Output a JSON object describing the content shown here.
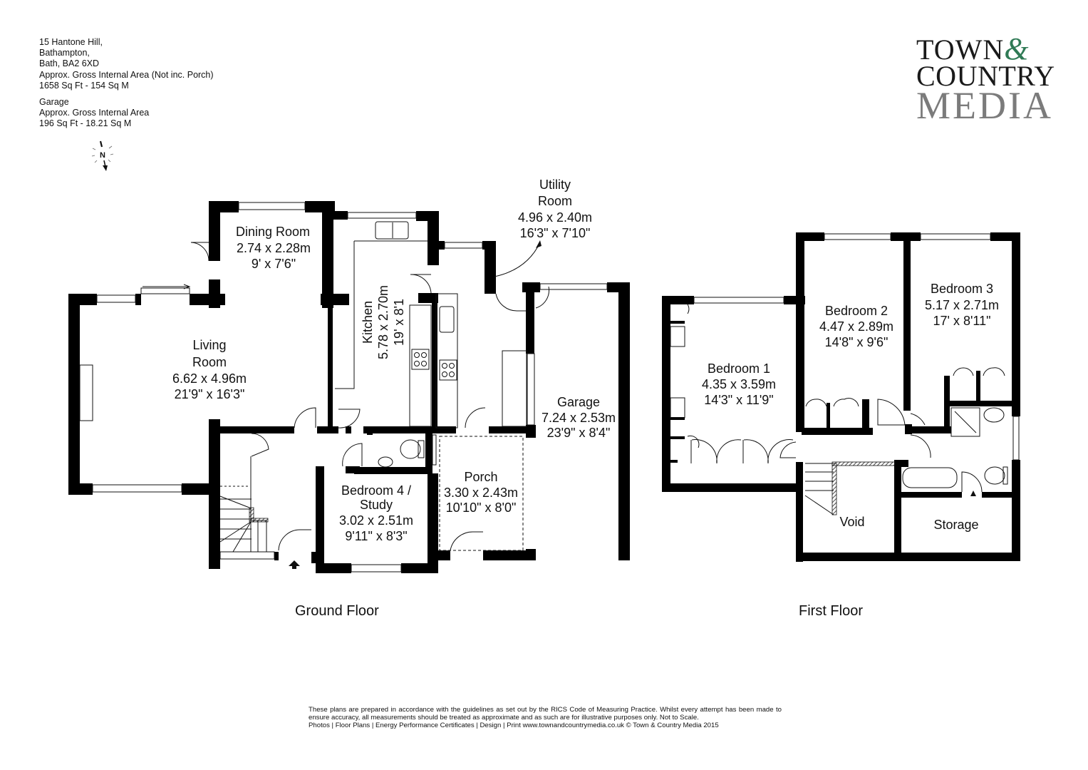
{
  "address": {
    "line1": "15 Hantone Hill,",
    "line2": "Bathampton,",
    "line3": "Bath, BA2 6XD",
    "area_note": "Approx. Gross Internal Area (Not inc. Porch)",
    "area_value": "1658 Sq Ft  -  154 Sq M"
  },
  "garage_area": {
    "title": "Garage",
    "area_note": "Approx. Gross Internal Area",
    "area_value": "196 Sq Ft  -  18.21 Sq M"
  },
  "compass": {
    "label": "N",
    "icon": "north-arrow-icon"
  },
  "logo": {
    "line1_word": "TOWN",
    "ampersand": "&",
    "line2": "COUNTRY",
    "line3": "MEDIA",
    "colors": {
      "primary": "#1a1a1a",
      "ampersand": "#2f7a55",
      "media": "#7b7b7b"
    }
  },
  "floors": [
    {
      "name": "Ground Floor",
      "rooms": [
        {
          "name": "Dining Room",
          "metric": "2.74 x 2.28m",
          "imperial": "9' x 7'6\""
        },
        {
          "name_line1": "Living",
          "name_line2": "Room",
          "metric": "6.62 x 4.96m",
          "imperial": "21'9\" x 16'3\""
        },
        {
          "name": "Kitchen",
          "metric": "5.78 x 2.70m",
          "imperial": "19' x 8'1"
        },
        {
          "name_line1": "Utility",
          "name_line2": "Room",
          "metric": "4.96 x 2.40m",
          "imperial": "16'3\" x 7'10\""
        },
        {
          "name": "Garage",
          "metric": "7.24 x 2.53m",
          "imperial": "23'9\" x 8'4\""
        },
        {
          "name": "Porch",
          "metric": "3.30 x 2.43m",
          "imperial": "10'10\" x 8'0\""
        },
        {
          "name_line1": "Bedroom 4 /",
          "name_line2": "Study",
          "metric": "3.02 x 2.51m",
          "imperial": "9'11\" x 8'3\""
        }
      ]
    },
    {
      "name": "First Floor",
      "rooms": [
        {
          "name": "Bedroom 1",
          "metric": "4.35 x 3.59m",
          "imperial": "14'3\" x 11'9\""
        },
        {
          "name": "Bedroom 2",
          "metric": "4.47 x 2.89m",
          "imperial": "14'8\" x 9'6\""
        },
        {
          "name": "Bedroom 3",
          "metric": "5.17 x 2.71m",
          "imperial": "17' x 8'11\""
        },
        {
          "name": "Void"
        },
        {
          "name": "Storage"
        }
      ]
    }
  ],
  "footer": {
    "disclaimer": "These plans are prepared in accordance with the guidelines as set out by the RICS Code of Measuring Practice. Whilst every attempt has been made to ensure accuracy, all measurements should be treated as approximate and as such are for illustrative purposes only. Not to Scale.",
    "services": "Photos | Floor Plans | Energy Performance Certificates | Design | Print www.townandcountrymedia.co.uk © Town & Country Media 2015"
  }
}
